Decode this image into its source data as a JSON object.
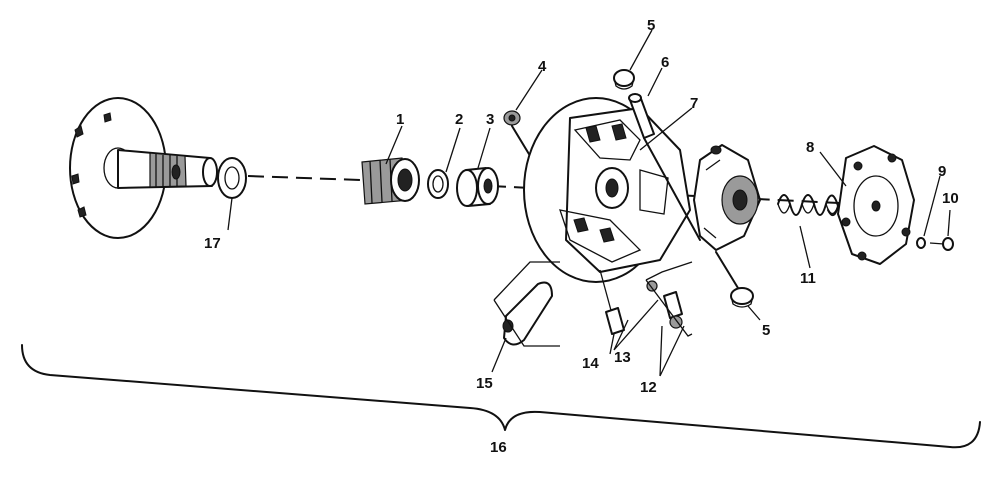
{
  "diagram": {
    "callouts": [
      {
        "id": "c1",
        "label": "1"
      },
      {
        "id": "c2",
        "label": "2"
      },
      {
        "id": "c3",
        "label": "3"
      },
      {
        "id": "c4",
        "label": "4"
      },
      {
        "id": "c5a",
        "label": "5"
      },
      {
        "id": "c5b",
        "label": "5"
      },
      {
        "id": "c6",
        "label": "6"
      },
      {
        "id": "c7",
        "label": "7"
      },
      {
        "id": "c8",
        "label": "8"
      },
      {
        "id": "c9",
        "label": "9"
      },
      {
        "id": "c10",
        "label": "10"
      },
      {
        "id": "c11",
        "label": "11"
      },
      {
        "id": "c12",
        "label": "12"
      },
      {
        "id": "c13",
        "label": "13"
      },
      {
        "id": "c14",
        "label": "14"
      },
      {
        "id": "c15",
        "label": "15"
      },
      {
        "id": "c16",
        "label": "16"
      },
      {
        "id": "c17",
        "label": "17"
      }
    ]
  }
}
